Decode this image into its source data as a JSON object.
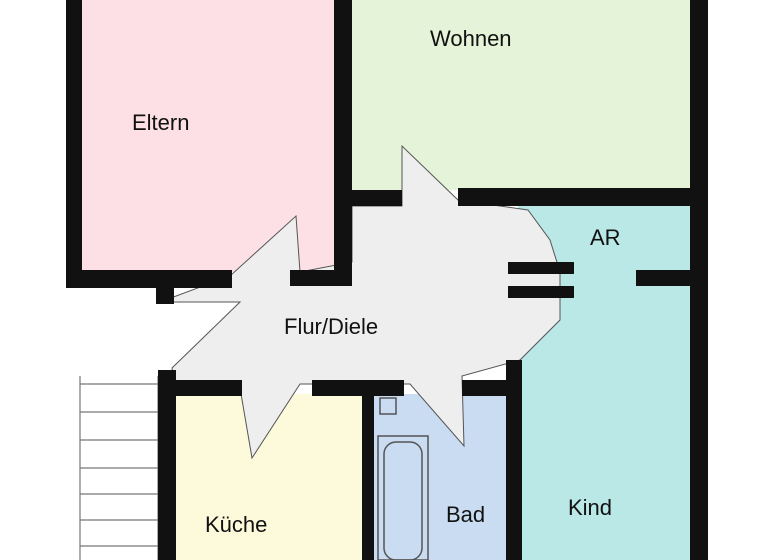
{
  "rooms": {
    "eltern": "Eltern",
    "wohnen": "Wohnen",
    "ar": "AR",
    "flur": "Flur/Diele",
    "kueche": "Küche",
    "bad": "Bad",
    "kind": "Kind"
  },
  "colors": {
    "eltern": "#fde0e6",
    "wohnen": "#e5f3d8",
    "ar_kind": "#b9e8e6",
    "flur": "#eeeeee",
    "kueche": "#fdfadb",
    "bad": "#c9dcf1",
    "wall": "#111111"
  }
}
